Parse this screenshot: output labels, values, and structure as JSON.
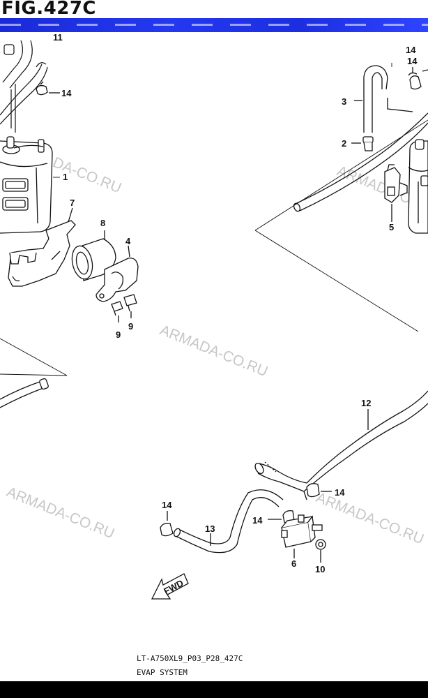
{
  "figure": {
    "title": "FIG.427C",
    "code": "LT-A750XL9_P03_P28_427C",
    "caption": "EVAP SYSTEM"
  },
  "watermark": "ARMADA-CO.RU",
  "callouts": {
    "c1": "1",
    "c2": "2",
    "c3": "3",
    "c4": "4",
    "c5": "5",
    "c6": "6",
    "c7": "7",
    "c8": "8",
    "c9a": "9",
    "c9b": "9",
    "c10": "10",
    "c11": "11",
    "c12": "12",
    "c13": "13",
    "c14a": "14",
    "c14b": "14",
    "c14c": "14",
    "c14d": "14",
    "c14e": "14",
    "c14f": "14"
  },
  "fwd_label": "FWD"
}
